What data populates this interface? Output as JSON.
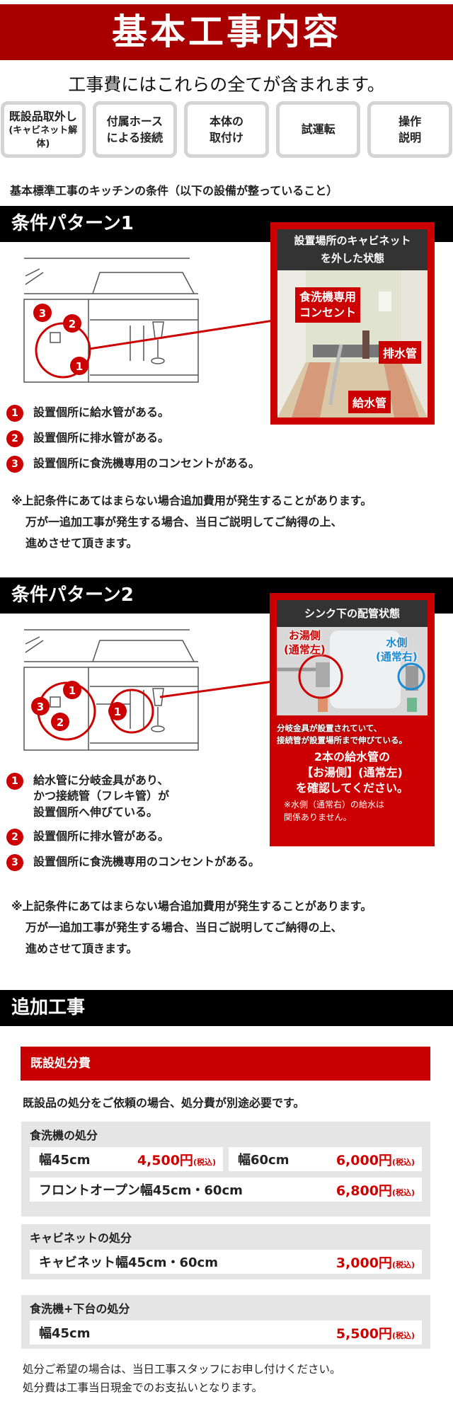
{
  "header": {
    "title": "基本工事内容",
    "subtitle": "工事費にはこれらの全てが含まれます。"
  },
  "included": [
    {
      "l1": "既設品取外し",
      "l2": "(キャビネット解体)"
    },
    {
      "l1": "付属ホース",
      "l2": "による接続"
    },
    {
      "l1": "本体の",
      "l2": "取付け"
    },
    {
      "l1": "試運転",
      "l2": ""
    },
    {
      "l1": "操作",
      "l2": "説明"
    }
  ],
  "conditions_title": "基本標準工事のキッチンの条件（以下の設備が整っていること）",
  "pattern1": {
    "title": "条件パターン1",
    "photo_caption_1": "設置場所のキャビネット",
    "photo_caption_2": "を外した状態",
    "labels": {
      "outlet_1": "食洗機専用",
      "outlet_2": "コンセント",
      "drain": "排水管",
      "supply": "給水管"
    },
    "items": [
      {
        "n": "1",
        "t": "設置個所に給水管がある。"
      },
      {
        "n": "2",
        "t": "設置個所に排水管がある。"
      },
      {
        "n": "3",
        "t": "設置個所に食洗機専用のコンセントがある。"
      }
    ],
    "note": [
      "※上記条件にあてはまらない場合追加費用が発生することがあります。",
      "万が一追加工事が発生する場合、当日ご説明してご納得の上、",
      "進めさせて頂きます。"
    ]
  },
  "pattern2": {
    "title": "条件パターン2",
    "photo_caption": "シンク下の配管状態",
    "hot_1": "お湯側",
    "hot_2": "(通常左)",
    "cold_1": "水側",
    "cold_2": "(通常右)",
    "branch_1": "分岐金具が設置されていて、",
    "branch_2": "接続管が設置場所まで伸びている。",
    "check": [
      "2本の給水管の",
      "【お湯側】(通常左)",
      "を確認してください。"
    ],
    "sub": [
      "※水側（通常右）の給水は",
      "関係ありません。"
    ],
    "items": [
      {
        "n": "1",
        "t": "給水管に分岐金具があり、\nかつ接続管（フレキ管）が\n設置個所へ伸びている。"
      },
      {
        "n": "2",
        "t": "設置個所に排水管がある。"
      },
      {
        "n": "3",
        "t": "設置個所に食洗機専用のコンセントがある。"
      }
    ],
    "note": [
      "※上記条件にあてはまらない場合追加費用が発生することがあります。",
      "万が一追加工事が発生する場合、当日ご説明してご納得の上、",
      "進めさせて頂きます。"
    ]
  },
  "extra": {
    "title": "追加工事",
    "section": "既設処分費",
    "desc": "既設品の処分をご依頼の場合、処分費が別途必要です。",
    "groups": [
      {
        "title": "食洗機の処分",
        "rows": [
          [
            {
              "label": "幅45cm",
              "price": "4,500円",
              "tax": "(税込)"
            },
            {
              "label": "幅60cm",
              "price": "6,000円",
              "tax": "(税込)"
            }
          ],
          [
            {
              "label": "フロントオープン幅45cm・60cm",
              "price": "6,800円",
              "tax": "(税込)"
            }
          ]
        ]
      },
      {
        "title": "キャビネットの処分",
        "rows": [
          [
            {
              "label": "キャビネット幅45cm・60cm",
              "price": "3,000円",
              "tax": "(税込)"
            }
          ]
        ]
      },
      {
        "title": "食洗機+下台の処分",
        "rows": [
          [
            {
              "label": "幅45cm",
              "price": "5,500円",
              "tax": "(税込)"
            }
          ]
        ]
      }
    ],
    "footer": [
      "処分ご希望の場合は、当日工事スタッフにお申し付けください。",
      "処分費は工事当日現金でのお支払いとなります。"
    ]
  },
  "colors": {
    "brand": "#a80000",
    "accent": "#c80000"
  }
}
